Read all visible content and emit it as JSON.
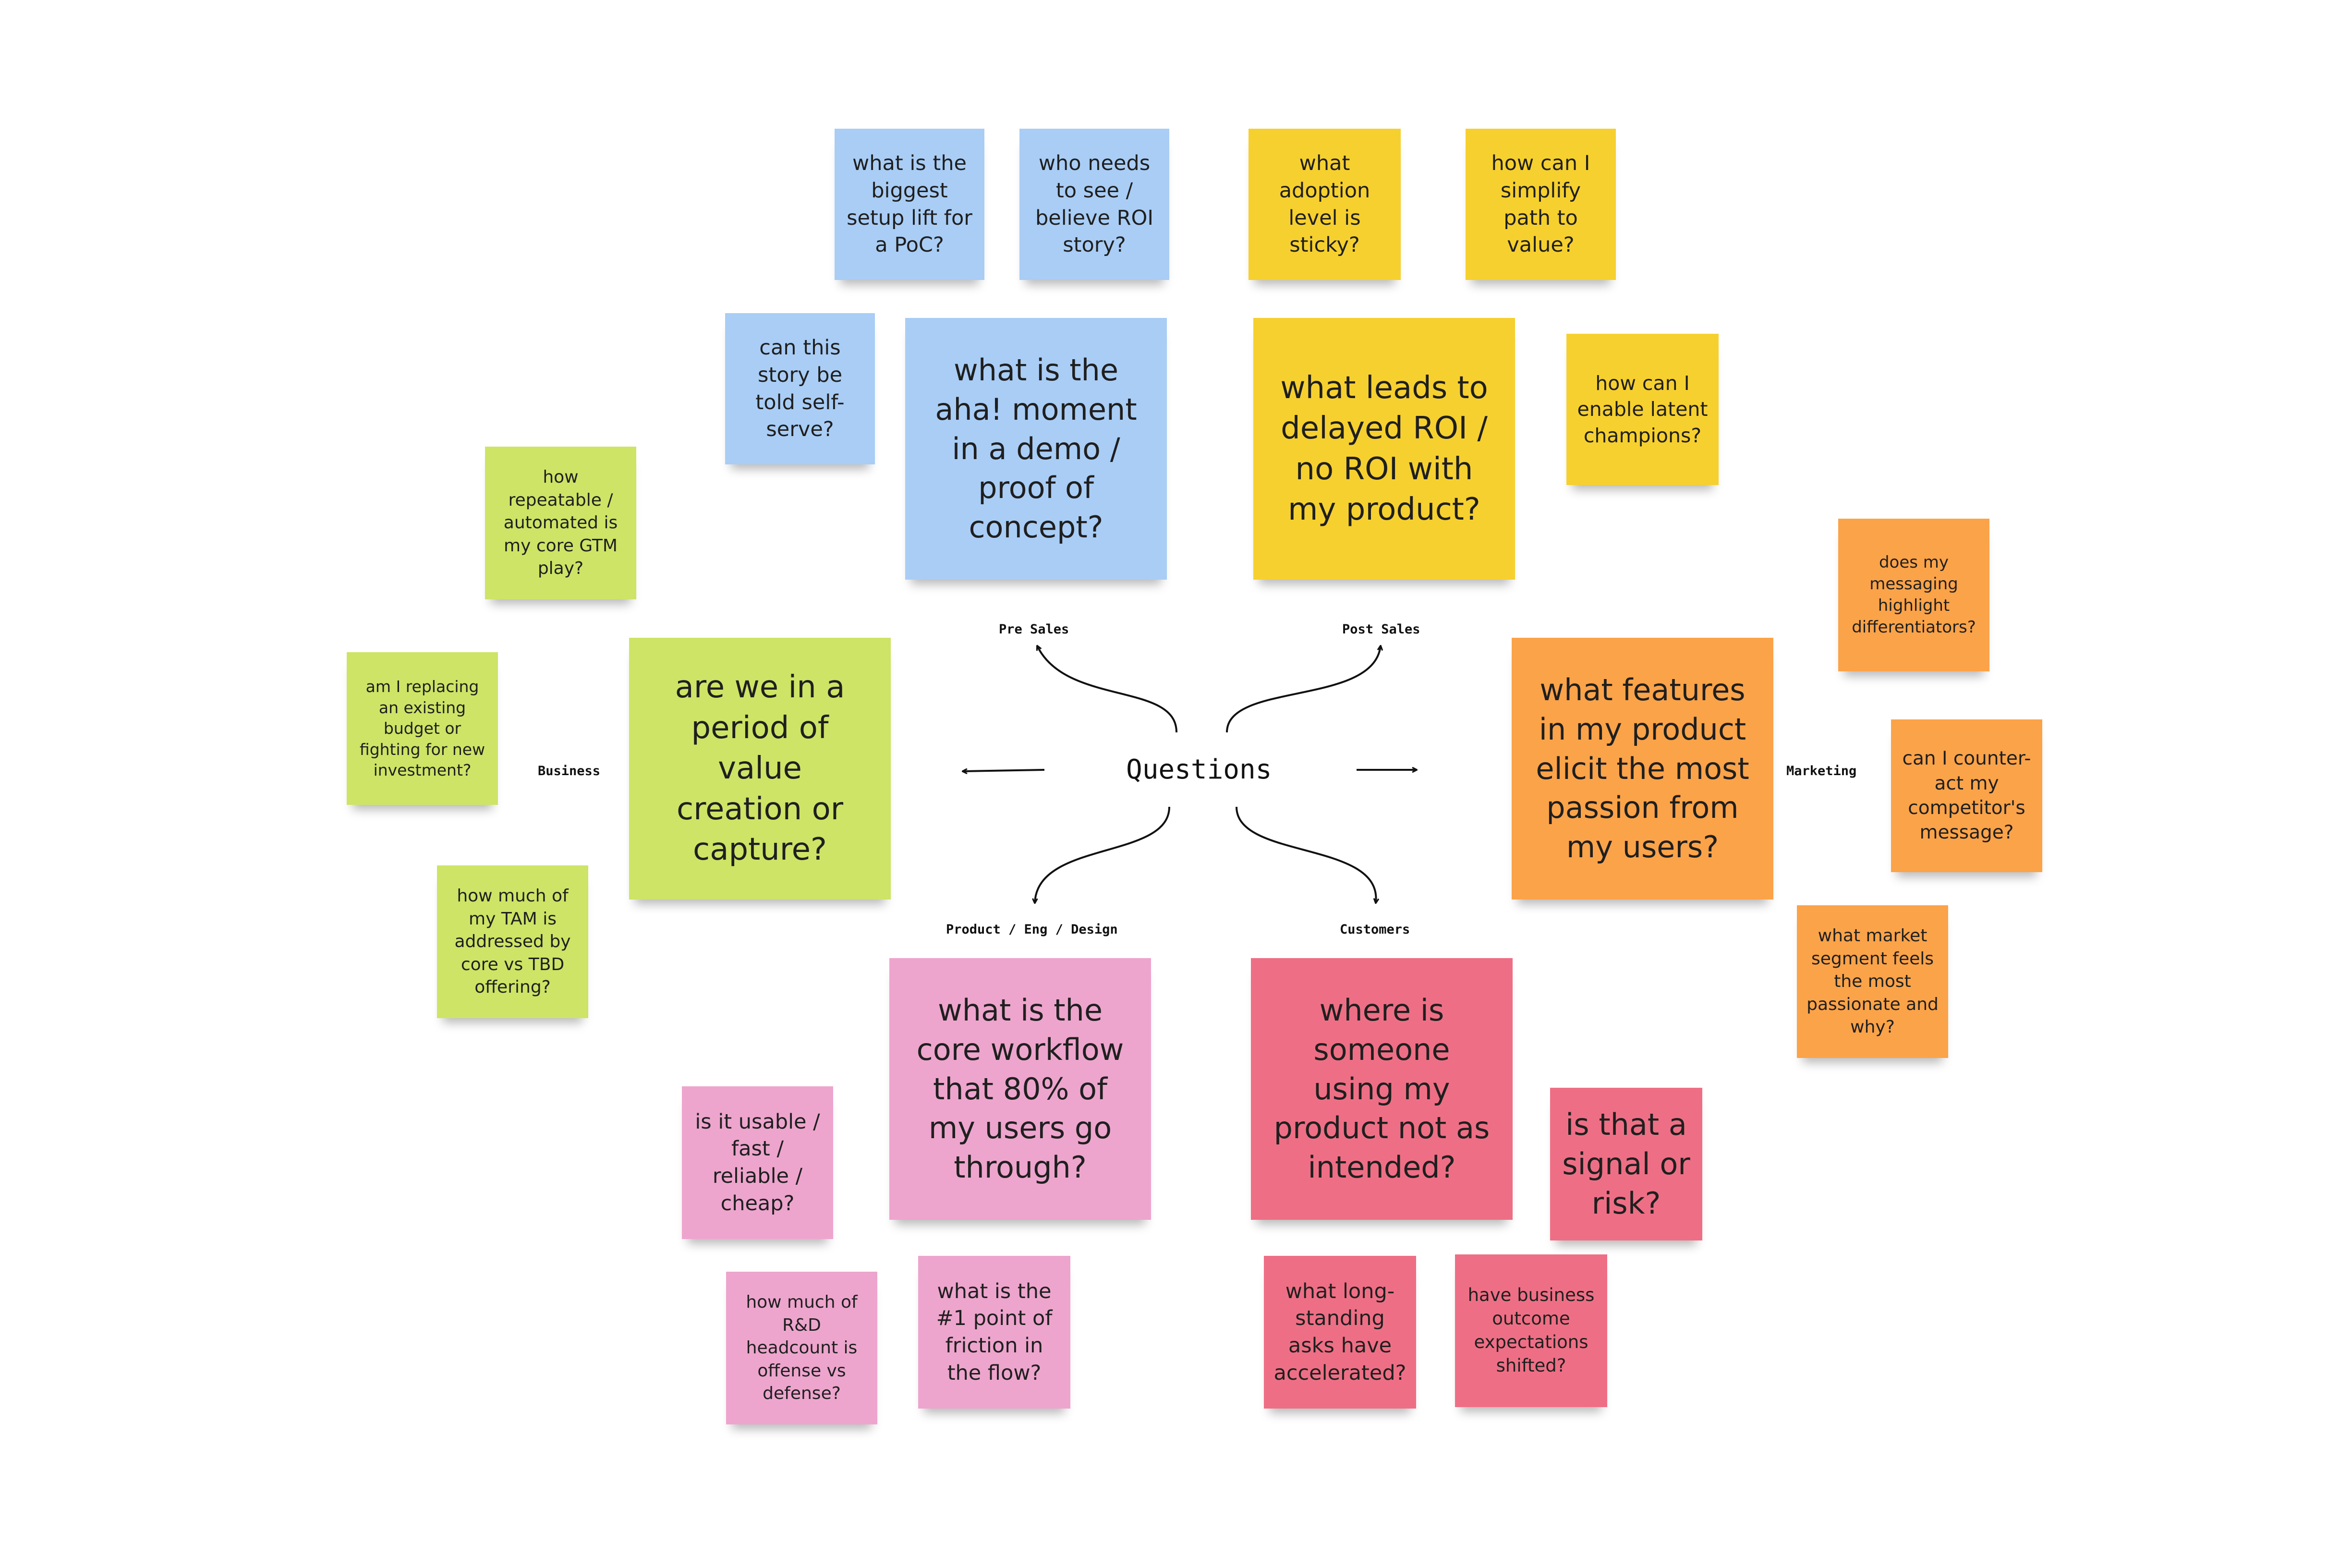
{
  "center_label": "Questions",
  "categories": {
    "pre_sales": "Pre Sales",
    "post_sales": "Post Sales",
    "business": "Business",
    "marketing": "Marketing",
    "product": "Product / Eng / Design",
    "customers": "Customers"
  },
  "colors": {
    "blue": "#a9cdf5",
    "yellow": "#f6d02f",
    "green": "#cde466",
    "orange": "#fba349",
    "pink": "#eda5cd",
    "red": "#ee6f85"
  },
  "notes": {
    "pre1": "what is the biggest setup lift for a PoC?",
    "pre2": "who needs to see / believe ROI story?",
    "pre3": "can this story be told self-serve?",
    "pre_main": "what is the aha! moment in a demo / proof of concept?",
    "post1": "what adoption level is sticky?",
    "post2": "how can I simplify path to value?",
    "post_main": "what leads to delayed ROI / no ROI with my product?",
    "post3": "how can I enable latent champions?",
    "biz1": "how repeatable / automated is my core GTM play?",
    "biz2": "am I replacing an existing budget or fighting for new investment?",
    "biz_main": "are we in a period of value creation or capture?",
    "biz3": "how much of my TAM is addressed by core vs TBD offering?",
    "mkt1": "does my messaging highlight differentiators?",
    "mkt_main": "what features in my product elicit the most passion from my users?",
    "mkt2": "can I counter-act my competitor's message?",
    "mkt3": "what market segment feels the most passionate and why?",
    "prod_main": "what is the core workflow that 80% of my users go through?",
    "prod1": "is it usable / fast / reliable / cheap?",
    "prod2": "how much of R&D headcount is offense vs defense?",
    "prod3": "what is the #1 point of friction in the flow?",
    "cust_main": "where is someone using my product not as intended?",
    "cust1": "is that a signal or risk?",
    "cust2": "what long-standing asks have accelerated?",
    "cust3": "have business outcome expectations shifted?"
  }
}
